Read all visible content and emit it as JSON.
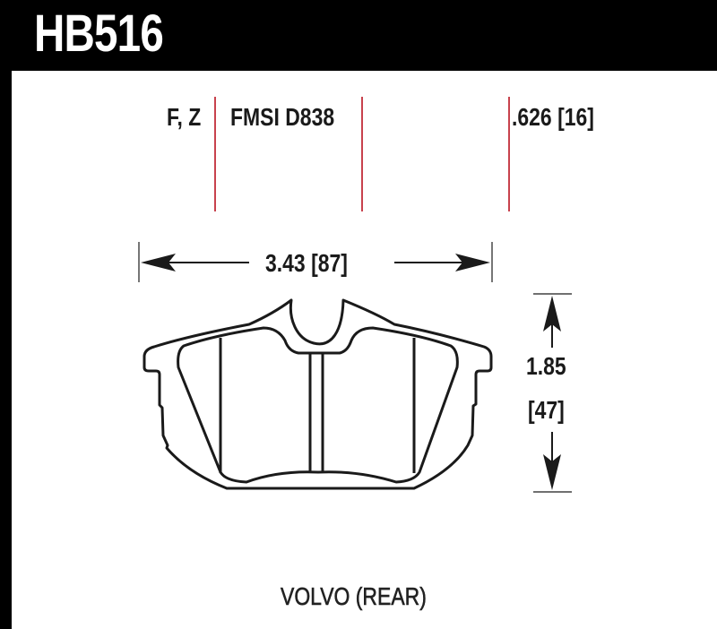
{
  "header": {
    "part_number": "HB516",
    "compounds": "F, Z",
    "fmsi": "FMSI D838",
    "thickness": ".626 [16]"
  },
  "dimensions": {
    "width": "3.43 [87]",
    "height_in": "1.85",
    "height_mm": "[47]"
  },
  "footer": {
    "application": "VOLVO (REAR)"
  },
  "colors": {
    "background": "#ffffff",
    "frame": "#000000",
    "divider_lines": "#c8424d",
    "outline": "#1a1a1a"
  }
}
